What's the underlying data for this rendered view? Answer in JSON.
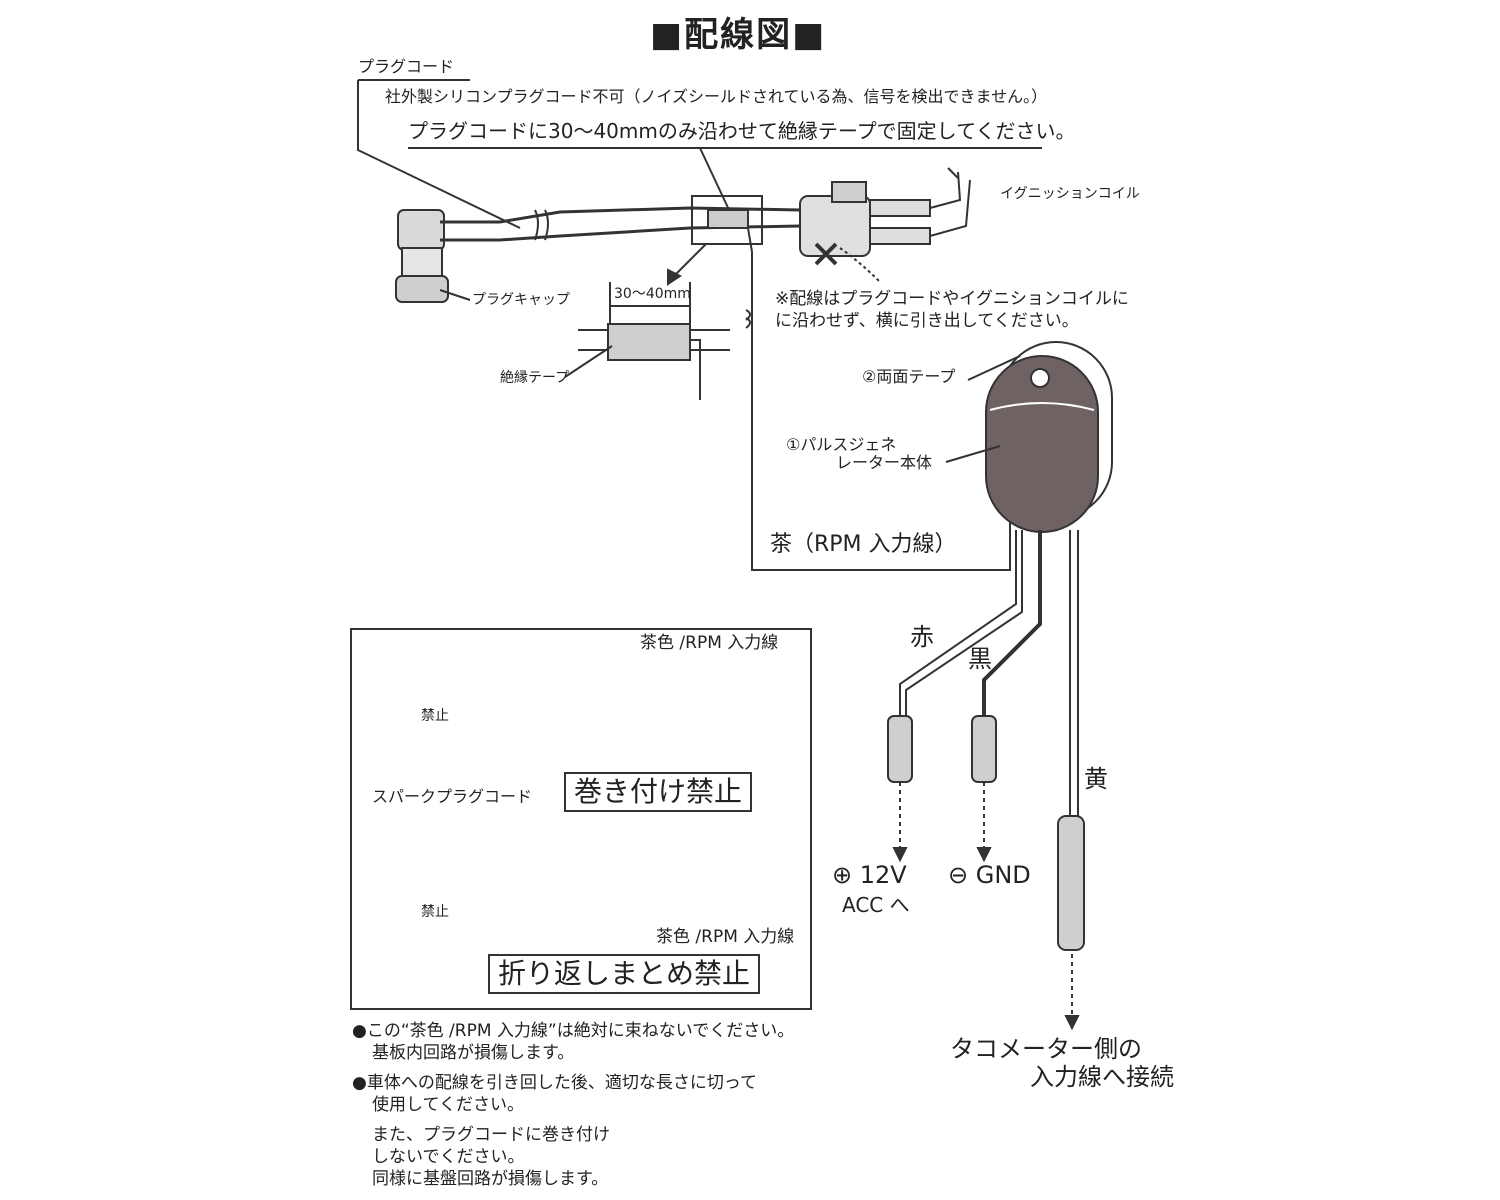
{
  "title": "■配線図■",
  "labels": {
    "plug_cord": "プラグコード",
    "silicone_note": "社外製シリコンプラグコード不可（ノイズシールドされている為、信号を検出できません。）",
    "tape_instruction": "プラグコードに30～40mmのみ沿わせて絶縁テープで固定してください。",
    "ignition_coil": "イグニッションコイル",
    "plug_cap": "プラグキャップ",
    "dimension": "30～40mm",
    "insulation_tape": "絶縁テープ",
    "routing_note_1": "※配線はプラグコードやイグニションコイルに",
    "routing_note_2": "に沿わせず、横に引き出してください。",
    "double_sided_tape": "②両面テープ",
    "pulse_gen_1": "①パルスジェネ",
    "pulse_gen_2": "レーター本体",
    "brown_wire": "茶（RPM 入力線）",
    "red": "赤",
    "black": "黒",
    "yellow": "黄",
    "plus_12v": "⊕ 12V",
    "acc": "ACC へ",
    "gnd": "⊖ GND",
    "tacho_1": "タコメーター側の",
    "tacho_2": "入力線へ接続"
  },
  "warning_box": {
    "prohibited": "禁止",
    "brown_rpm_1": "茶色 /RPM 入力線",
    "spark_plug_cord": "スパークプラグコード",
    "no_wrapping": "巻き付け禁止",
    "brown_rpm_2": "茶色 /RPM 入力線",
    "no_folding": "折り返しまとめ禁止"
  },
  "notes": {
    "note1_line1": "●この“茶色 /RPM 入力線”は絶対に束ねないでください。",
    "note1_line2": "基板内回路が損傷します。",
    "note2_line1": "●車体への配線を引き回した後、適切な長さに切って",
    "note2_line2": "使用してください。",
    "note3_line1": "また、プラグコードに巻き付け",
    "note3_line2": "しないでください。",
    "note3_line3": "同様に基盤回路が損傷します。"
  },
  "colors": {
    "line": "#333333",
    "body_fill": "#6e6262",
    "cap_fill": "#cfcfcf"
  }
}
